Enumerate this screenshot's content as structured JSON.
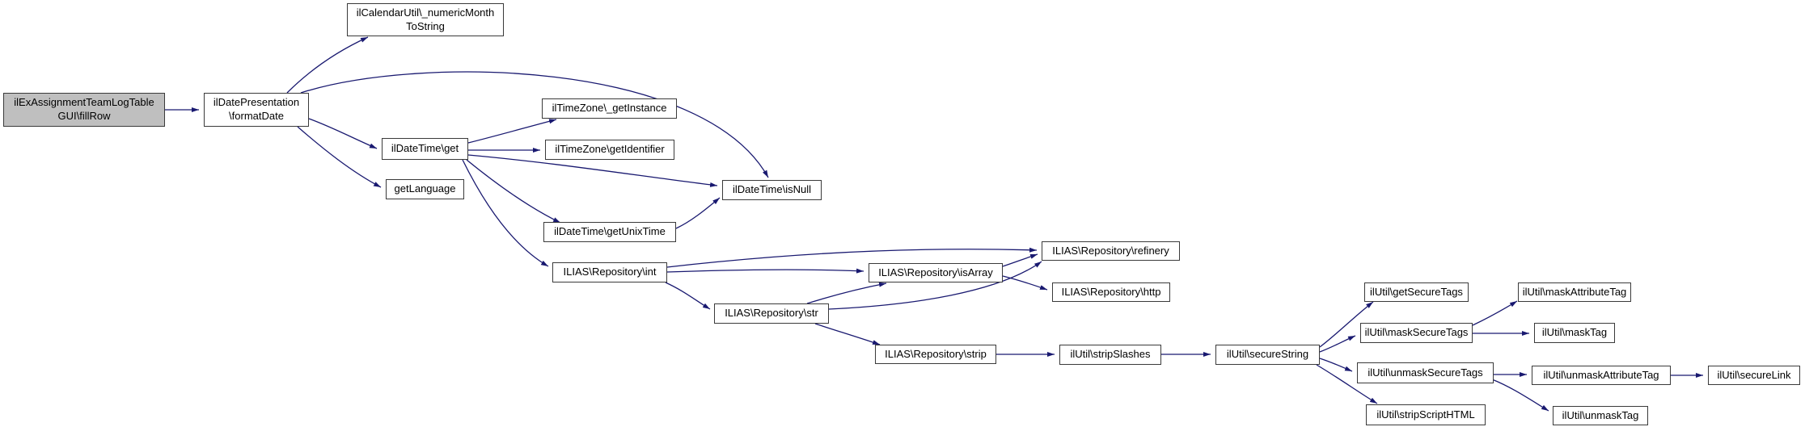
{
  "diagram": {
    "type": "call-graph",
    "root_function": "ilExAssignmentTeamLogTableGUI\\fillRow",
    "colors": {
      "edge": "#191970",
      "node_border": "#3a3a3a",
      "node_fill": "#ffffff",
      "root_fill": "#bfbfbf",
      "text": "#000000",
      "background": "#ffffff"
    },
    "nodes": [
      {
        "id": "fillRow",
        "root": true,
        "lines": [
          "ilExAssignmentTeamLogTable",
          "GUI\\fillRow"
        ]
      },
      {
        "id": "formatDate",
        "lines": [
          "ilDatePresentation",
          "\\formatDate"
        ]
      },
      {
        "id": "numericMonthToString",
        "lines": [
          "ilCalendarUtil\\_numericMonth",
          "ToString"
        ]
      },
      {
        "id": "get",
        "lines": [
          "ilDateTime\\get"
        ]
      },
      {
        "id": "getLanguage",
        "lines": [
          "getLanguage"
        ]
      },
      {
        "id": "getInstance",
        "lines": [
          "ilTimeZone\\_getInstance"
        ]
      },
      {
        "id": "getIdentifier",
        "lines": [
          "ilTimeZone\\getIdentifier"
        ]
      },
      {
        "id": "isNull",
        "lines": [
          "ilDateTime\\isNull"
        ]
      },
      {
        "id": "getUnixTime",
        "lines": [
          "ilDateTime\\getUnixTime"
        ]
      },
      {
        "id": "int",
        "lines": [
          "ILIAS\\Repository\\int"
        ]
      },
      {
        "id": "str",
        "lines": [
          "ILIAS\\Repository\\str"
        ]
      },
      {
        "id": "isArray",
        "lines": [
          "ILIAS\\Repository\\isArray"
        ]
      },
      {
        "id": "refinery",
        "lines": [
          "ILIAS\\Repository\\refinery"
        ]
      },
      {
        "id": "http",
        "lines": [
          "ILIAS\\Repository\\http"
        ]
      },
      {
        "id": "strip",
        "lines": [
          "ILIAS\\Repository\\strip"
        ]
      },
      {
        "id": "stripSlashes",
        "lines": [
          "ilUtil\\stripSlashes"
        ]
      },
      {
        "id": "secureString",
        "lines": [
          "ilUtil\\secureString"
        ]
      },
      {
        "id": "getSecureTags",
        "lines": [
          "ilUtil\\getSecureTags"
        ]
      },
      {
        "id": "maskAttributeTag",
        "lines": [
          "ilUtil\\maskAttributeTag"
        ]
      },
      {
        "id": "maskSecureTags",
        "lines": [
          "ilUtil\\maskSecureTags"
        ]
      },
      {
        "id": "maskTag",
        "lines": [
          "ilUtil\\maskTag"
        ]
      },
      {
        "id": "unmaskSecureTags",
        "lines": [
          "ilUtil\\unmaskSecureTags"
        ]
      },
      {
        "id": "unmaskAttributeTag",
        "lines": [
          "ilUtil\\unmaskAttributeTag"
        ]
      },
      {
        "id": "secureLink",
        "lines": [
          "ilUtil\\secureLink"
        ]
      },
      {
        "id": "stripScriptHTML",
        "lines": [
          "ilUtil\\stripScriptHTML"
        ]
      },
      {
        "id": "unmaskTag",
        "lines": [
          "ilUtil\\unmaskTag"
        ]
      }
    ],
    "edges": [
      {
        "from": "fillRow",
        "to": "formatDate"
      },
      {
        "from": "formatDate",
        "to": "numericMonthToString"
      },
      {
        "from": "formatDate",
        "to": "isNull"
      },
      {
        "from": "formatDate",
        "to": "get"
      },
      {
        "from": "formatDate",
        "to": "getLanguage"
      },
      {
        "from": "get",
        "to": "getInstance"
      },
      {
        "from": "get",
        "to": "getIdentifier"
      },
      {
        "from": "get",
        "to": "isNull"
      },
      {
        "from": "get",
        "to": "getUnixTime"
      },
      {
        "from": "get",
        "to": "int"
      },
      {
        "from": "getUnixTime",
        "to": "isNull"
      },
      {
        "from": "int",
        "to": "refinery"
      },
      {
        "from": "int",
        "to": "isArray"
      },
      {
        "from": "int",
        "to": "str"
      },
      {
        "from": "str",
        "to": "isArray"
      },
      {
        "from": "str",
        "to": "refinery"
      },
      {
        "from": "str",
        "to": "strip"
      },
      {
        "from": "isArray",
        "to": "refinery"
      },
      {
        "from": "isArray",
        "to": "http"
      },
      {
        "from": "strip",
        "to": "stripSlashes"
      },
      {
        "from": "stripSlashes",
        "to": "secureString"
      },
      {
        "from": "secureString",
        "to": "getSecureTags"
      },
      {
        "from": "secureString",
        "to": "maskSecureTags"
      },
      {
        "from": "secureString",
        "to": "unmaskSecureTags"
      },
      {
        "from": "secureString",
        "to": "stripScriptHTML"
      },
      {
        "from": "maskSecureTags",
        "to": "maskAttributeTag"
      },
      {
        "from": "maskSecureTags",
        "to": "maskTag"
      },
      {
        "from": "unmaskSecureTags",
        "to": "unmaskAttributeTag"
      },
      {
        "from": "unmaskSecureTags",
        "to": "unmaskTag"
      },
      {
        "from": "unmaskAttributeTag",
        "to": "secureLink"
      }
    ]
  }
}
